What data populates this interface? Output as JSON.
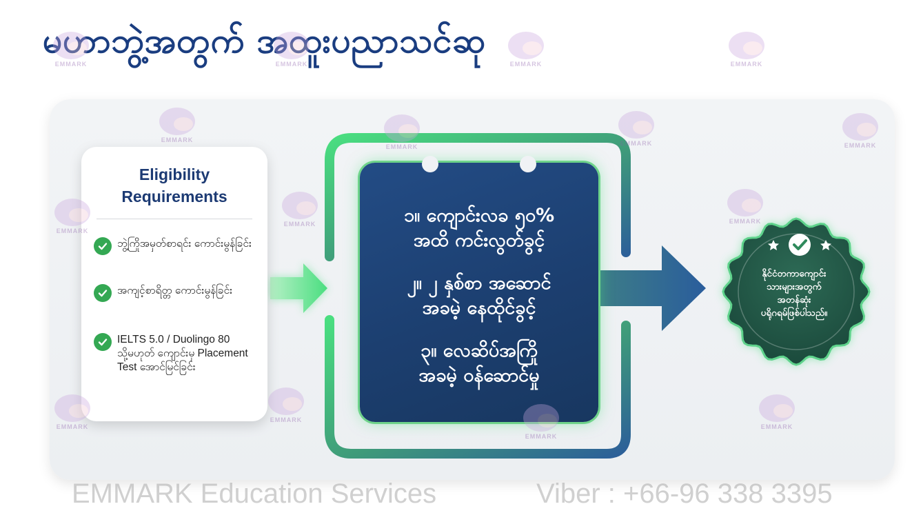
{
  "title": "မဟာဘွဲ့အတွက် အထူးပညာသင်ဆု",
  "eligibility": {
    "heading_line1": "Eligibility",
    "heading_line2": "Requirements",
    "items": [
      "ဘွဲ့ကြိုအမှတ်စာရင်း ကောင်းမွန်ခြင်း",
      "အကျင့်စာရိတ္တ ကောင်းမွန်ခြင်း",
      "IELTS 5.0 / Duolingo 80 သို့မဟုတ် ကျောင်းမှ Placement Test အောင်မြင်ခြင်း"
    ]
  },
  "benefits": [
    {
      "line1": "၁။ ကျောင်းလခ ၅၀%",
      "line2": "အထိ ကင်းလွတ်ခွင့်"
    },
    {
      "line1": "၂။ ၂ နှစ်စာ အဆောင်",
      "line2": "အခမဲ့ နေထိုင်ခွင့်"
    },
    {
      "line1": "၃။ လေဆိပ်အကြို",
      "line2": "အခမဲ့ ဝန်ဆောင်မှု"
    }
  ],
  "seal": {
    "line1": "နိုင်ငံတကာကျောင်း",
    "line2": "သားများအတွက်",
    "line3": "အတန်ဆုံး",
    "line4": "ပရိုဂရမ်ဖြစ်ပါသည်။"
  },
  "watermark": "EMMARK",
  "footer": {
    "company": "EMMARK Education Services",
    "viber": "Viber :  +66-96 338 3395"
  },
  "colors": {
    "title": "#1a3d80",
    "green": "#34a853",
    "navy": "#1f4577"
  }
}
